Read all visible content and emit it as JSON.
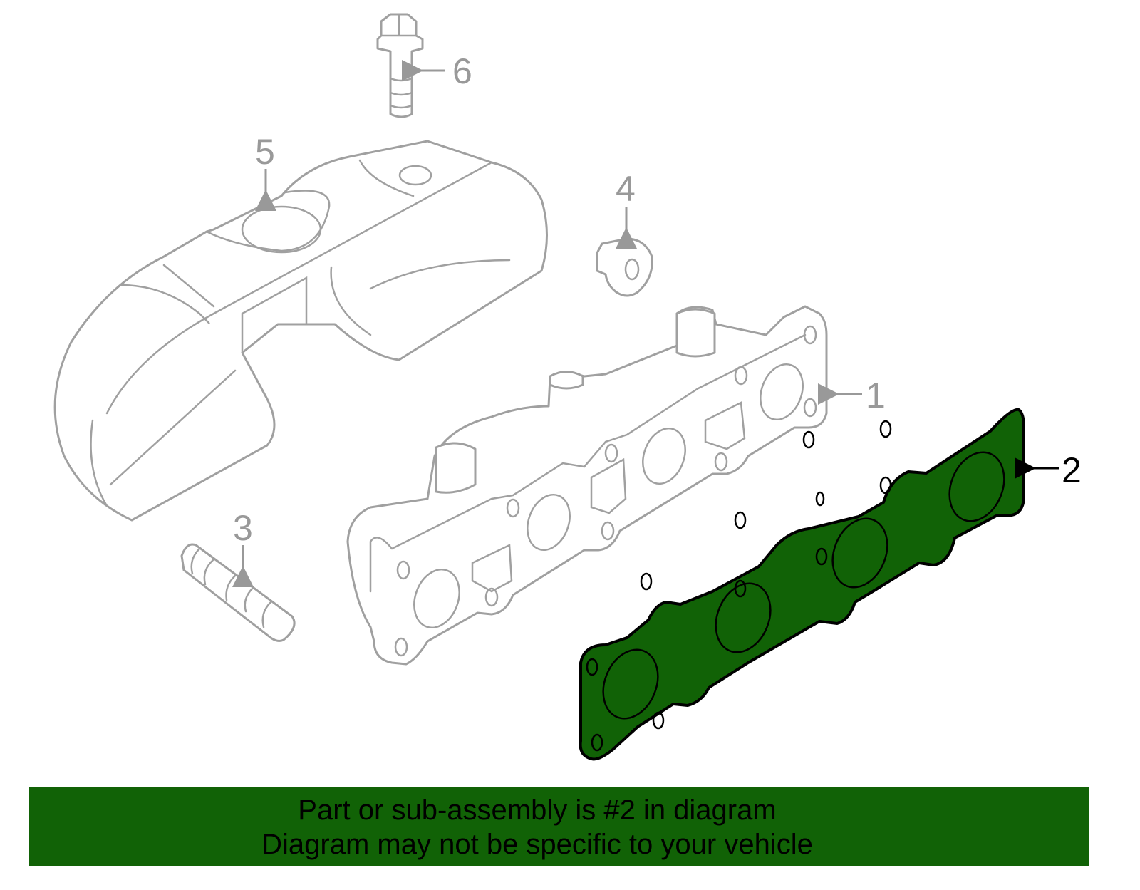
{
  "diagram": {
    "callouts": [
      {
        "label": "1",
        "highlighted": false
      },
      {
        "label": "2",
        "highlighted": true
      },
      {
        "label": "3",
        "highlighted": false
      },
      {
        "label": "4",
        "highlighted": false
      },
      {
        "label": "5",
        "highlighted": false
      },
      {
        "label": "6",
        "highlighted": false
      }
    ],
    "highlight_color": "#116206",
    "line_color": "#a0a0a0"
  },
  "banner": {
    "line1": "Part or sub-assembly is #2 in diagram",
    "line2": "Diagram may not be specific to your vehicle",
    "color": "#116206"
  }
}
